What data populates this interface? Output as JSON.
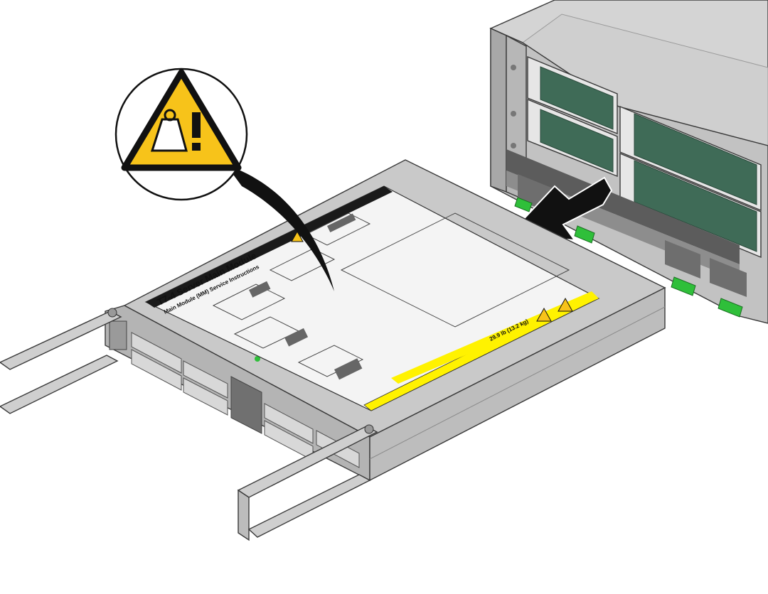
{
  "figure": {
    "chassis": {
      "name": "server chassis"
    },
    "module": {
      "name": "server main module",
      "label_title": "T7-4 Server Main Module",
      "label_subtitle": "Main Module (MM) Service Instructions",
      "weight_label": "29.9 lb (13.2 kg)"
    },
    "callout": {
      "icon": "heavy-weight-warning-icon",
      "accent_color": "#f7c31a"
    },
    "arrow": {
      "direction": "removal-out-of-chassis",
      "color": "#111111"
    },
    "colors": {
      "release_tabs": "#2fbf3a",
      "chassis_metal": "#c8c8c8",
      "module_metal": "#bdbdbd",
      "grille": "#3f6b57",
      "label_yellow": "#fff200"
    }
  }
}
